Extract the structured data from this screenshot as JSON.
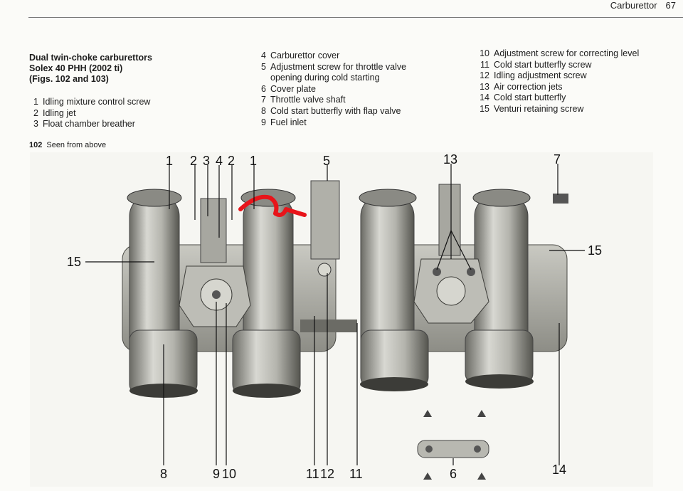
{
  "running_head": {
    "section": "Carburettor",
    "page": "67"
  },
  "caption": {
    "title_lines": [
      "Dual twin-choke carburettors",
      "Solex 40 PHH (2002 ti)",
      "(Figs. 102 and 103)"
    ]
  },
  "legend": [
    {
      "n": "1",
      "text": "Idling mixture control screw"
    },
    {
      "n": "2",
      "text": "Idling jet"
    },
    {
      "n": "3",
      "text": "Float chamber breather"
    },
    {
      "n": "4",
      "text": "Carburettor cover"
    },
    {
      "n": "5",
      "text": "Adjustment screw for throttle valve"
    },
    {
      "n": "",
      "text": "opening during cold starting"
    },
    {
      "n": "6",
      "text": "Cover plate"
    },
    {
      "n": "7",
      "text": "Throttle valve shaft"
    },
    {
      "n": "8",
      "text": "Cold start butterfly with flap valve"
    },
    {
      "n": "9",
      "text": "Fuel inlet"
    },
    {
      "n": "10",
      "text": "Adjustment screw for correcting level"
    },
    {
      "n": "11",
      "text": "Cold start butterfly screw"
    },
    {
      "n": "12",
      "text": "Idling adjustment screw"
    },
    {
      "n": "13",
      "text": "Air correction jets"
    },
    {
      "n": "14",
      "text": "Cold start butterfly"
    },
    {
      "n": "15",
      "text": "Venturi retaining screw"
    }
  ],
  "figure": {
    "number": "102",
    "caption": "Seen from above",
    "callouts": [
      "1",
      "2",
      "3",
      "4",
      "2",
      "1",
      "5",
      "13",
      "7",
      "15",
      "15",
      "8",
      "9",
      "10",
      "11",
      "12",
      "11",
      "6",
      "14"
    ]
  },
  "colors": {
    "annotation": "#e8141a",
    "metal_light": "#cfcfc8",
    "metal_dark": "#5a5a55"
  }
}
